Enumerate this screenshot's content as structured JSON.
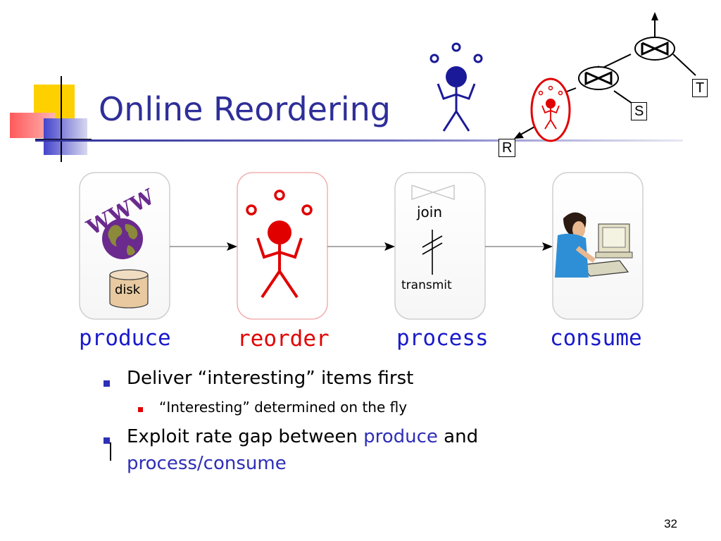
{
  "slide": {
    "title": "Online Reordering",
    "page_number": "32"
  },
  "plan_tree": {
    "leaves": [
      "R",
      "S",
      "T"
    ]
  },
  "pipeline": {
    "stages": [
      {
        "label": "produce",
        "color": "#1a1acc"
      },
      {
        "label": "reorder",
        "color": "#e00000"
      },
      {
        "label": "process",
        "color": "#1a1acc"
      },
      {
        "label": "consume",
        "color": "#1a1acc"
      }
    ],
    "produce_box": {
      "disk_label": "disk",
      "globe_text": "WWW"
    },
    "process_box": {
      "join_label": "join",
      "transmit_label": "transmit"
    }
  },
  "bullets": {
    "item1": "Deliver “interesting” items first",
    "item1_sub": "“Interesting” determined on the fly",
    "item2_prefix": "Exploit rate gap between ",
    "item2_produce": "produce",
    "item2_and": " and",
    "item2_line2": "process/consume"
  },
  "colors": {
    "title": "#2e2e99",
    "reorder_red": "#e00000",
    "juggler_blue": "#1a1a99",
    "accent_blue": "#2e2eb8"
  }
}
